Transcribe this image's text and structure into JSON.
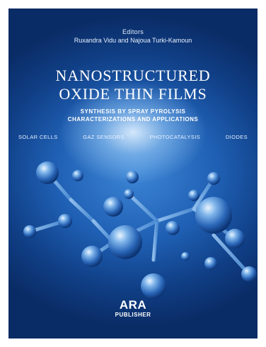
{
  "cover": {
    "editors_label": "Editors",
    "editors_names": "Ruxandra Vidu and Najoua Turki-Kamoun",
    "title_line1": "NANOSTRUCTURED",
    "title_line2": "OXIDE THIN FILMS",
    "subtitle_line1": "SYNTHESIS BY SPRAY PYROLYSIS",
    "subtitle_line2": "CHARACTERIZATIONS AND APPLICATIONS",
    "topics": [
      "SOLAR CELLS",
      "GAZ SENSORS",
      "PHOTOCATALYSIS",
      "DIODES"
    ],
    "publisher_logo": "ARA",
    "publisher_name": "PUBLISHER"
  }
}
